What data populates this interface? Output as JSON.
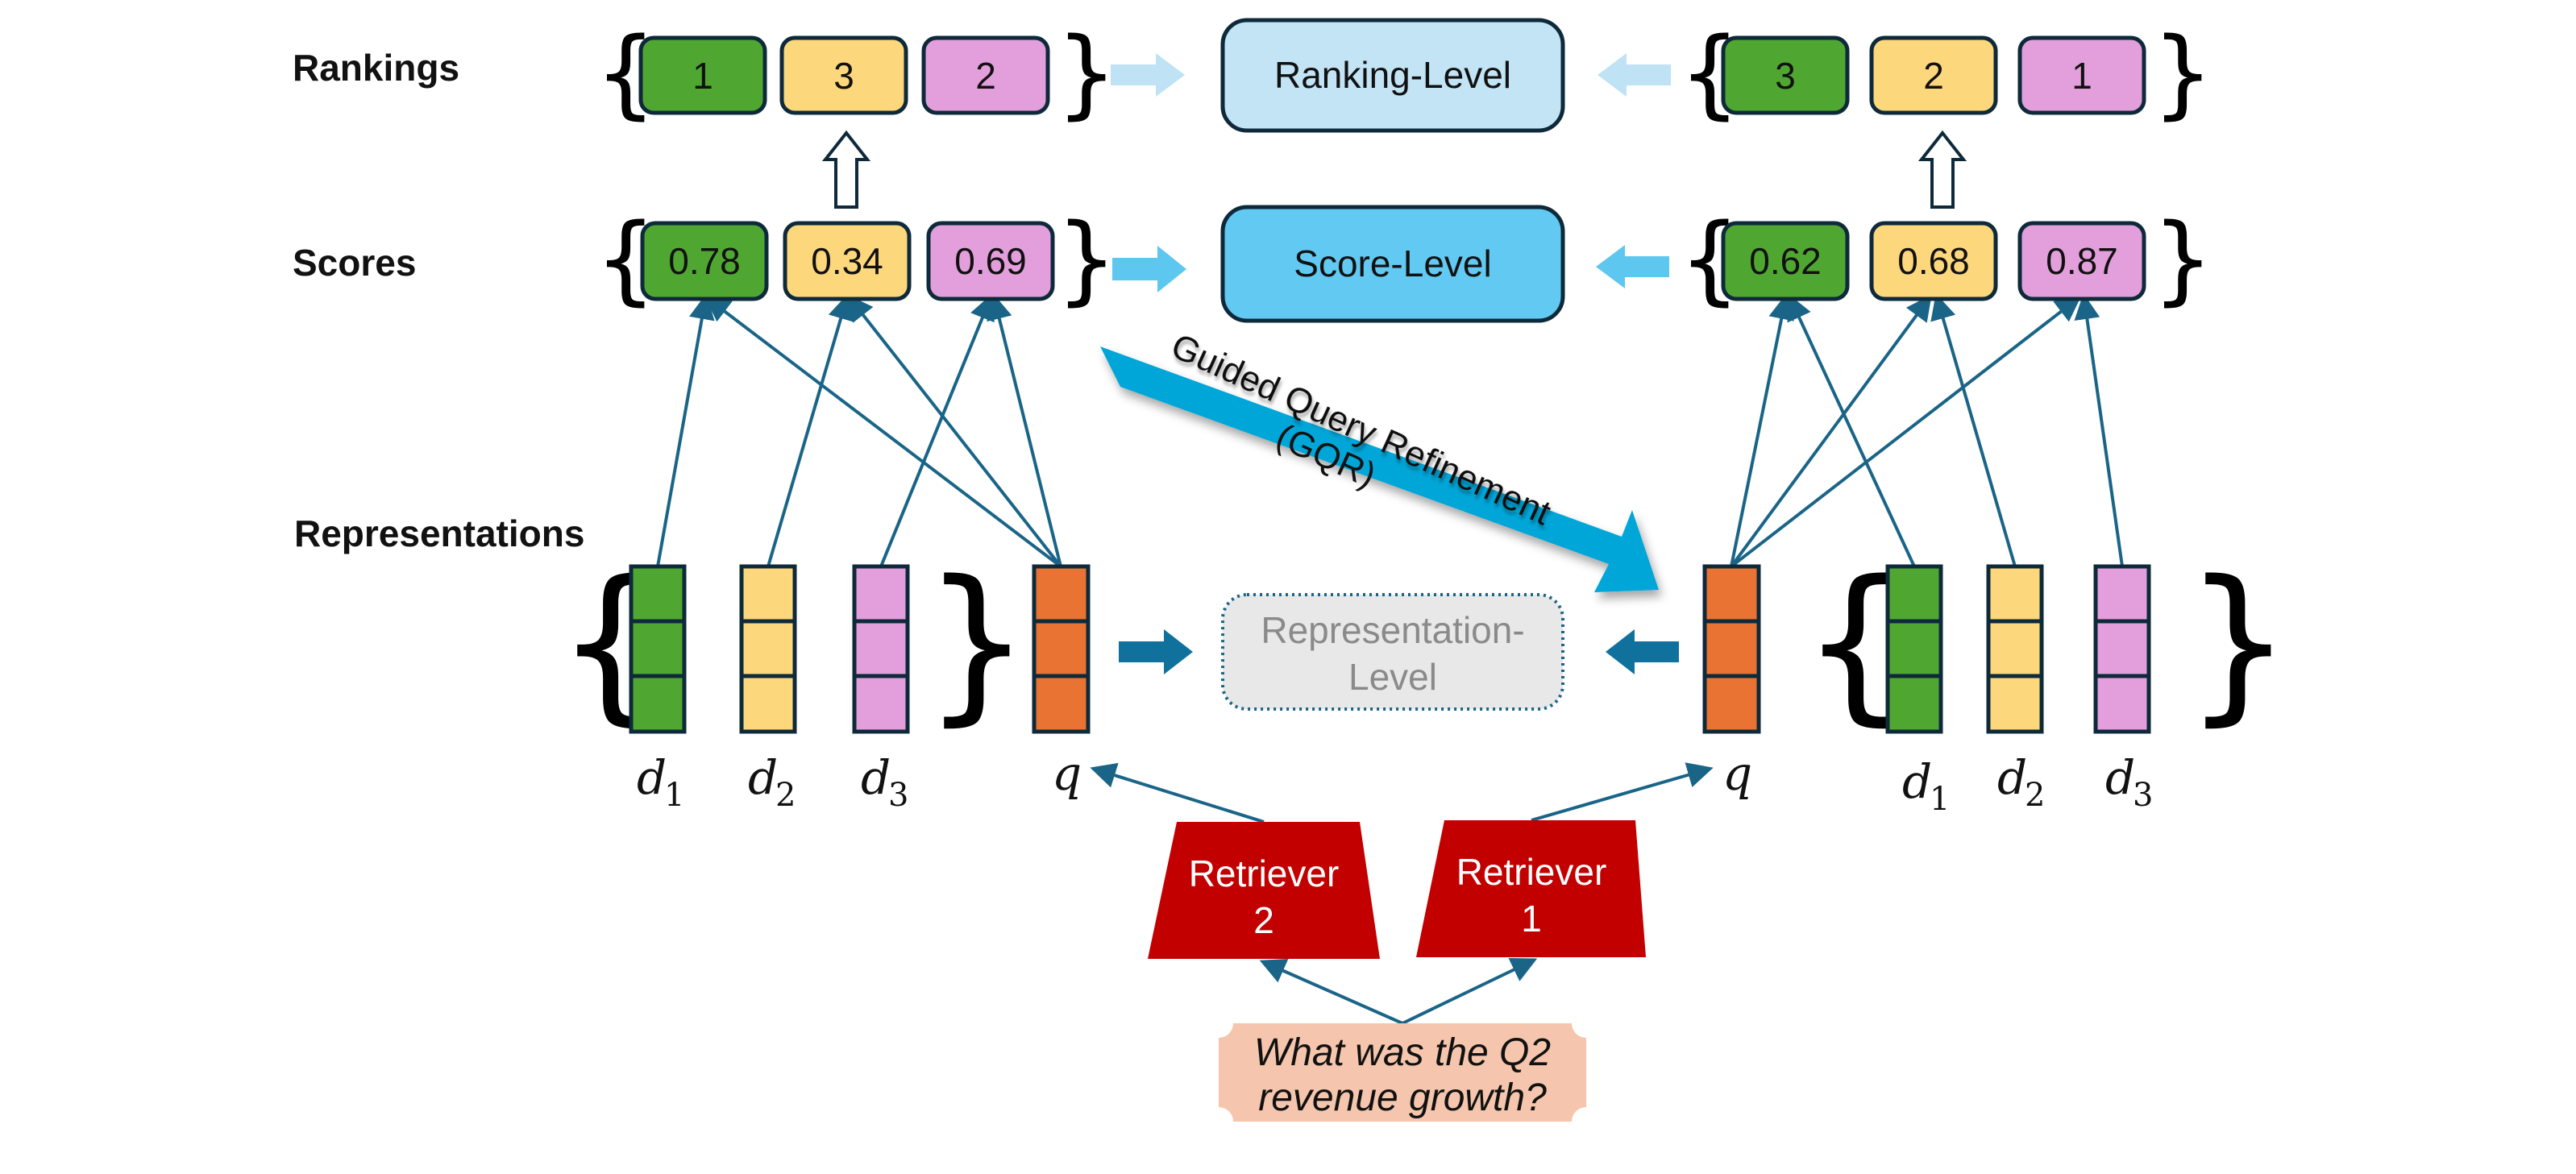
{
  "figure": {
    "row_labels": {
      "rankings": "Rankings",
      "scores": "Scores",
      "representations": "Representations"
    },
    "colors": {
      "doc1": "#4fa731",
      "doc2": "#fdd77c",
      "doc3": "#e39fdb",
      "query": "#e87332",
      "outline": "#0e2a3a",
      "edge": "#1a6587",
      "ranking_level_fill": "#c2e4f5",
      "score_level_fill": "#62c9f2",
      "rep_level_fill": "#e8e8e8",
      "light_arrow": "#bfe3f5",
      "mid_arrow": "#5ec7f0",
      "dark_arrow": "#10729c",
      "gqr_arrow": "#00a6d8",
      "retriever": "#c20000",
      "query_box": "#f5c6ad"
    },
    "left": {
      "rankings": [
        "1",
        "3",
        "2"
      ],
      "scores": [
        "0.78",
        "0.34",
        "0.69"
      ],
      "doc_labels": [
        {
          "base": "d",
          "sub": "1"
        },
        {
          "base": "d",
          "sub": "2"
        },
        {
          "base": "d",
          "sub": "3"
        }
      ],
      "query_label": "q",
      "retriever": "Retriever 2"
    },
    "right": {
      "rankings": [
        "3",
        "2",
        "1"
      ],
      "scores": [
        "0.62",
        "0.68",
        "0.87"
      ],
      "doc_labels": [
        {
          "base": "d",
          "sub": "1"
        },
        {
          "base": "d",
          "sub": "2"
        },
        {
          "base": "d",
          "sub": "3"
        }
      ],
      "query_label": "q",
      "retriever": "Retriever 1"
    },
    "center": {
      "ranking_level": "Ranking-Level",
      "score_level": "Score-Level",
      "representation_level_line1": "Representation-",
      "representation_level_line2": "Level"
    },
    "gqr": {
      "line1": "Guided Query Refinement",
      "line2": "(GQR)"
    },
    "retrievers": {
      "left_line1": "Retriever",
      "left_line2": "2",
      "right_line1": "Retriever",
      "right_line2": "1"
    },
    "query": {
      "line1": "What was the Q2",
      "line2": "revenue growth?"
    }
  }
}
